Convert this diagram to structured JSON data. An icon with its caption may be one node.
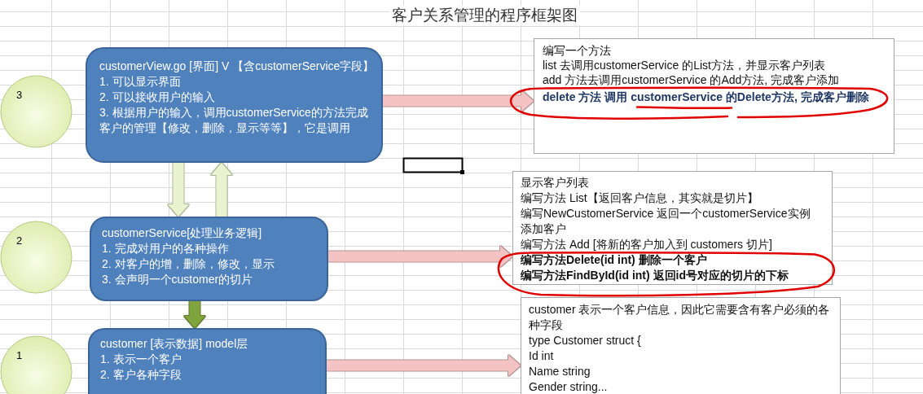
{
  "diagram": {
    "title": "客户关系管理的程序框架图",
    "nodes": [
      {
        "text": [
          "3"
        ]
      },
      {
        "text": [
          "customerView.go [界面] V 【含customerService字段】",
          "1. 可以显示界面",
          "2. 可以接收用户的输入",
          "3. 根据用户的输入，调用customerService的方法完成客户的管理【修改，删除，显示等等】，它是调用"
        ]
      },
      {
        "text": [
          "编写一个方法",
          "list 去调用customerService 的List方法，并显示客户列表",
          "add 方法去调用customerService 的Add方法, 完成客户添加",
          "delete 方法 调用 customerService 的Delete方法, 完成客户删除"
        ]
      },
      {
        "text": [
          "2"
        ]
      },
      {
        "text": [
          "customerService[处理业务逻辑]",
          "1. 完成对用户的各种操作",
          "2. 对客户的增，删除，修改，显示",
          "3. 会声明一个customer的切片"
        ]
      },
      {
        "text": [
          "显示客户列表",
          "编写方法 List【返回客户信息，其实就是切片】",
          "编写NewCustomerService 返回一个customerService实例",
          "添加客户",
          "编写方法 Add [将新的客户加入到 customers 切片]",
          "编写方法Delete(id int) 删除一个客户",
          "编写方法FindById(id int) 返回id号对应的切片的下标"
        ]
      },
      {
        "text": [
          "1"
        ]
      },
      {
        "text": [
          "customer [表示数据] model层",
          "1. 表示一个客户",
          "2. 客户各种字段"
        ]
      },
      {
        "text": [
          "customer 表示一个客户信息，因此它需要含有客户必须的各种字段",
          "type Customer struct {",
          "Id int",
          "Name string",
          "Gender string..."
        ]
      }
    ],
    "edges": [
      {
        "from": 1,
        "to": 2,
        "arrow": "to"
      },
      {
        "from": 1,
        "to": 4,
        "arrow": "to",
        "color": "#eaf2cf"
      },
      {
        "from": 4,
        "to": 1,
        "arrow": "to",
        "color": "#eaf2cf"
      },
      {
        "from": 4,
        "to": 5,
        "arrow": "to"
      },
      {
        "from": 4,
        "to": 7,
        "arrow": "to",
        "color": "#7fa33c"
      },
      {
        "from": 7,
        "to": 8,
        "arrow": "to"
      }
    ]
  }
}
